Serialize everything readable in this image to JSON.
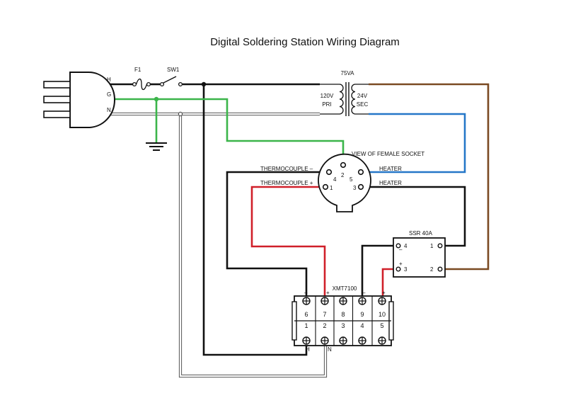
{
  "title": "Digital Soldering Station Wiring Diagram",
  "plug": {
    "h_label": "H",
    "g_label": "G",
    "n_label": "N"
  },
  "fuse": {
    "label": "F1"
  },
  "switch": {
    "label": "SW1"
  },
  "transformer": {
    "rating": "75VA",
    "primary_voltage": "120V",
    "primary_label": "PRI",
    "secondary_voltage": "24V",
    "secondary_label": "SEC"
  },
  "socket": {
    "caption": "VIEW OF FEMALE SOCKET",
    "pins": [
      "4",
      "2",
      "5",
      "1",
      "3"
    ],
    "thermocouple_minus": "THERMOCOUPLE –",
    "thermocouple_plus": "THERMOCOUPLE +",
    "heater_1": "HEATER",
    "heater_2": "HEATER"
  },
  "ssr": {
    "label": "SSR 40A",
    "minus_sign": "–",
    "plus_sign": "+",
    "pin4": "4",
    "pin3": "3",
    "pin1": "1",
    "pin2": "2"
  },
  "controller": {
    "label": "XMT7100",
    "top_terminals": [
      "6",
      "7",
      "8",
      "9",
      "10"
    ],
    "bottom_terminals": [
      "1",
      "2",
      "3",
      "4",
      "5"
    ],
    "t6_sign": "–",
    "t7_sign": "+",
    "t9_sign": "–",
    "t10_sign": "+",
    "h_label": "H",
    "n_label": "N"
  },
  "colors": {
    "hot": "#111111",
    "ground": "#3bb54a",
    "neutral": "#777777",
    "thermocouple_plus": "#d0202a",
    "heater_blue": "#2577c8",
    "secondary_brown": "#7a4a22"
  }
}
